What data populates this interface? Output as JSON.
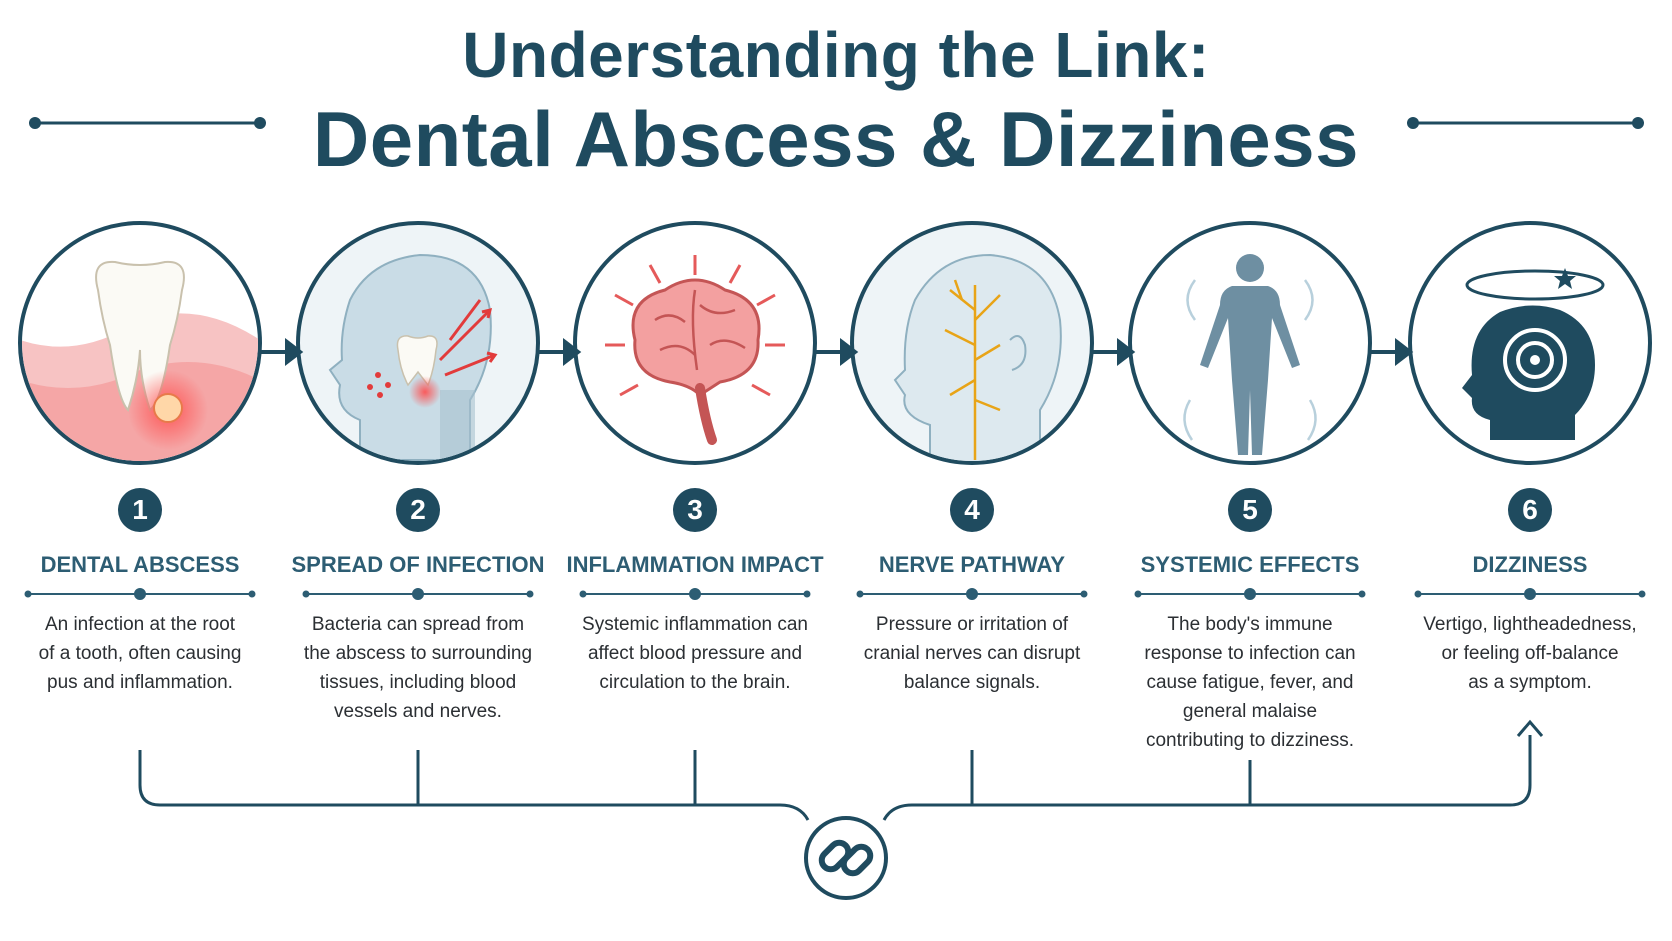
{
  "title": {
    "line1": "Understanding the Link:",
    "line2": "Dental Abscess & Dizziness"
  },
  "colors": {
    "primary": "#1f4b5f",
    "heading": "#2d5d73",
    "infection": "#e23b3b",
    "nerve": "#e8a417",
    "circle_fill": "#eef4f7"
  },
  "steps": [
    {
      "number": "1",
      "title": "DENTAL ABSCESS",
      "icon": "tooth-abscess-icon",
      "description": [
        "An infection at the root",
        "of a tooth, often causing",
        "pus and inflammation."
      ]
    },
    {
      "number": "2",
      "title": "SPREAD OF INFECTION",
      "icon": "head-infection-spread-icon",
      "description": [
        "Bacteria can spread from",
        "the abscess to surrounding",
        "tissues, including blood",
        "vessels and nerves."
      ]
    },
    {
      "number": "3",
      "title": "INFLAMMATION IMPACT",
      "icon": "brain-inflammation-icon",
      "description": [
        "Systemic inflammation can",
        "affect blood pressure and",
        "circulation to the brain."
      ]
    },
    {
      "number": "4",
      "title": "NERVE PATHWAY",
      "icon": "cranial-nerve-head-icon",
      "description": [
        "Pressure or irritation of",
        "cranial nerves can disrupt",
        "balance signals."
      ]
    },
    {
      "number": "5",
      "title": "SYSTEMIC EFFECTS",
      "icon": "human-body-icon",
      "description": [
        "The body's immune",
        "response to infection can",
        "cause fatigue, fever, and",
        "general malaise",
        "contributing to dizziness."
      ]
    },
    {
      "number": "6",
      "title": "DIZZINESS",
      "icon": "dizzy-head-icon",
      "description": [
        "Vertigo, lightheadedness,",
        "or feeling off-balance",
        "as a symptom."
      ]
    }
  ],
  "footer_icon": "chain-link-icon"
}
